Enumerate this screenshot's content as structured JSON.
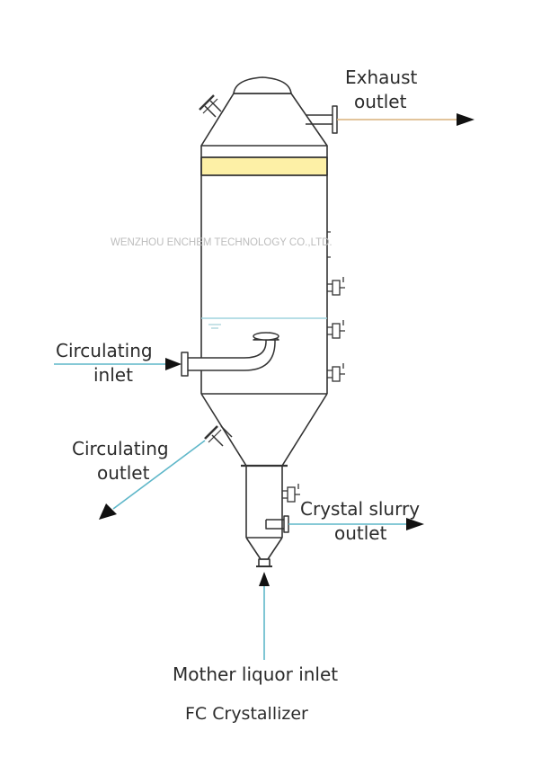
{
  "watermark": "WENZHOU ENCHEM TECHNOLOGY CO.,LTD.",
  "labels": {
    "exhaust_outlet": [
      "Exhaust",
      "outlet"
    ],
    "circulating_inlet": [
      "Circulating",
      "inlet"
    ],
    "circulating_outlet": [
      "Circulating",
      "outlet"
    ],
    "crystal_slurry_outlet": [
      "Crystal slurry",
      "outlet"
    ],
    "mother_liquor_inlet": "Mother liquor inlet"
  },
  "caption": "FC Crystallizer",
  "colors": {
    "line": "#333333",
    "flow": "#5fb7c9",
    "exhaust_flow": "#d8b07a",
    "packing": "#fdf0a6",
    "level": "#9fd4dd",
    "watermark": "#bdbdbd"
  },
  "icons": [
    "arrow-right-icon",
    "arrow-down-left-icon",
    "arrow-up-icon",
    "valve-icon"
  ]
}
